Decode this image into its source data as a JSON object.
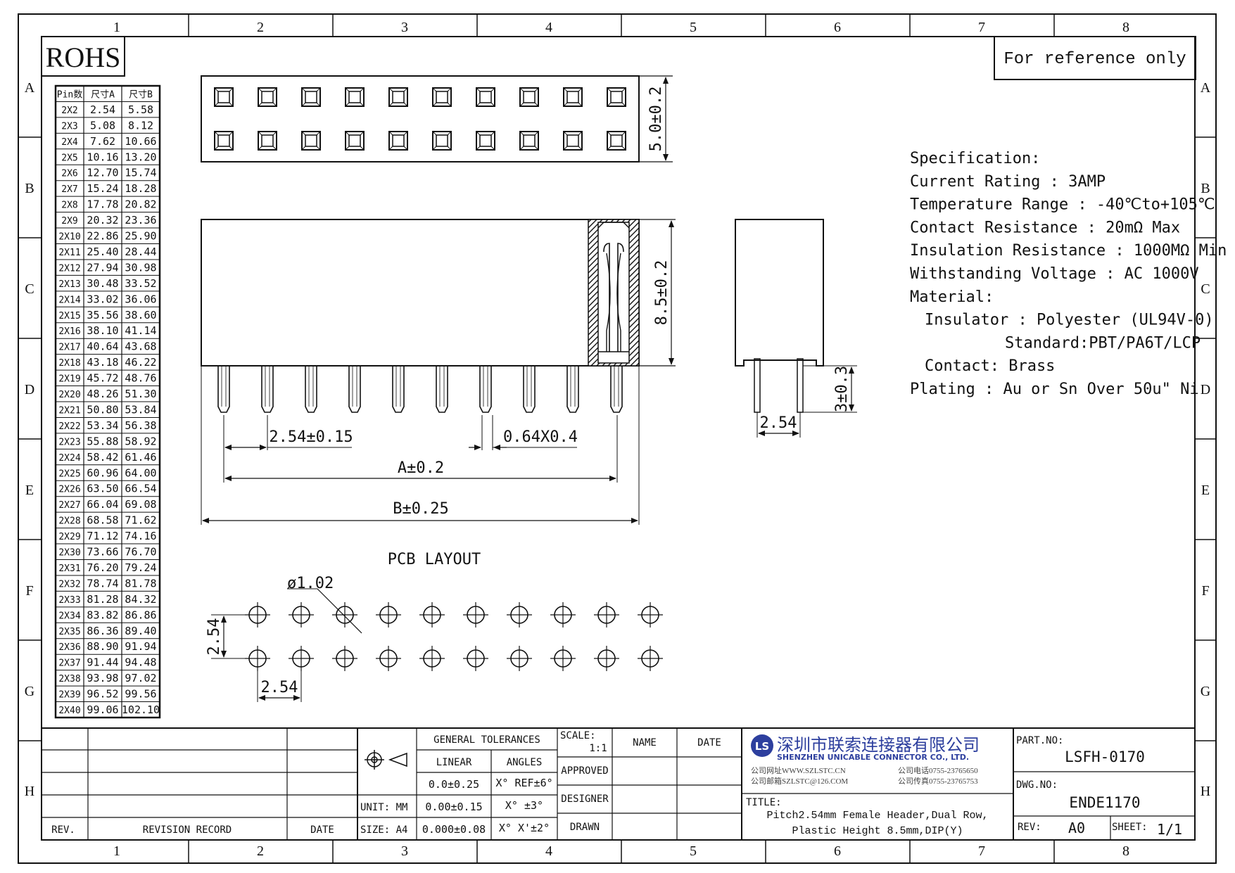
{
  "grid": {
    "cols": [
      "1",
      "2",
      "3",
      "4",
      "5",
      "6",
      "7",
      "8"
    ],
    "rows": [
      "A",
      "B",
      "C",
      "D",
      "E",
      "F",
      "G",
      "H"
    ]
  },
  "rohs_label": "ROHS",
  "reference_note": "For reference only",
  "pin_table": {
    "headers": [
      "Pin数",
      "尺寸A",
      "尺寸B"
    ],
    "rows": [
      [
        "2X2",
        "2.54",
        "5.58"
      ],
      [
        "2X3",
        "5.08",
        "8.12"
      ],
      [
        "2X4",
        "7.62",
        "10.66"
      ],
      [
        "2X5",
        "10.16",
        "13.20"
      ],
      [
        "2X6",
        "12.70",
        "15.74"
      ],
      [
        "2X7",
        "15.24",
        "18.28"
      ],
      [
        "2X8",
        "17.78",
        "20.82"
      ],
      [
        "2X9",
        "20.32",
        "23.36"
      ],
      [
        "2X10",
        "22.86",
        "25.90"
      ],
      [
        "2X11",
        "25.40",
        "28.44"
      ],
      [
        "2X12",
        "27.94",
        "30.98"
      ],
      [
        "2X13",
        "30.48",
        "33.52"
      ],
      [
        "2X14",
        "33.02",
        "36.06"
      ],
      [
        "2X15",
        "35.56",
        "38.60"
      ],
      [
        "2X16",
        "38.10",
        "41.14"
      ],
      [
        "2X17",
        "40.64",
        "43.68"
      ],
      [
        "2X18",
        "43.18",
        "46.22"
      ],
      [
        "2X19",
        "45.72",
        "48.76"
      ],
      [
        "2X20",
        "48.26",
        "51.30"
      ],
      [
        "2X21",
        "50.80",
        "53.84"
      ],
      [
        "2X22",
        "53.34",
        "56.38"
      ],
      [
        "2X23",
        "55.88",
        "58.92"
      ],
      [
        "2X24",
        "58.42",
        "61.46"
      ],
      [
        "2X25",
        "60.96",
        "64.00"
      ],
      [
        "2X26",
        "63.50",
        "66.54"
      ],
      [
        "2X27",
        "66.04",
        "69.08"
      ],
      [
        "2X28",
        "68.58",
        "71.62"
      ],
      [
        "2X29",
        "71.12",
        "74.16"
      ],
      [
        "2X30",
        "73.66",
        "76.70"
      ],
      [
        "2X31",
        "76.20",
        "79.24"
      ],
      [
        "2X32",
        "78.74",
        "81.78"
      ],
      [
        "2X33",
        "81.28",
        "84.32"
      ],
      [
        "2X34",
        "83.82",
        "86.86"
      ],
      [
        "2X35",
        "86.36",
        "89.40"
      ],
      [
        "2X36",
        "88.90",
        "91.94"
      ],
      [
        "2X37",
        "91.44",
        "94.48"
      ],
      [
        "2X38",
        "93.98",
        "97.02"
      ],
      [
        "2X39",
        "96.52",
        "99.56"
      ],
      [
        "2X40",
        "99.06",
        "102.10"
      ]
    ]
  },
  "dims": {
    "top_height": "5.0±0.2",
    "body_height": "8.5±0.2",
    "pitch": "2.54±0.15",
    "pin_size": "0.64X0.4",
    "dim_a": "A±0.2",
    "dim_b": "B±0.25",
    "pin_length": "3±0.3",
    "side_pitch": "2.54"
  },
  "pcb": {
    "title": "PCB LAYOUT",
    "hole_dia": "ø1.02",
    "row_pitch": "2.54",
    "col_pitch": "2.54"
  },
  "spec": {
    "lines": [
      "Specification:",
      "Current Rating : 3AMP",
      "Temperature Range : -40℃to+105℃",
      "Contact Resistance : 20mΩ Max",
      "Insulation Resistance : 1000MΩ Min",
      "Withstanding Voltage : AC 1000V",
      "Material:",
      "Insulator : Polyester (UL94V-0)",
      "Standard:PBT/PA6T/LCP",
      "Contact: Brass",
      "Plating : Au or Sn Over 50u\" Ni"
    ]
  },
  "title_block": {
    "rev_hdr": "REV.",
    "revision_record": "REVISION RECORD",
    "date_hdr": "DATE",
    "unit": "UNIT: MM",
    "size": "SIZE: A4",
    "general_tolerances": "GENERAL TOLERANCES",
    "linear": "LINEAR",
    "angles": "ANGLES",
    "tol_linear": [
      "0.0±0.25",
      "0.00±0.15",
      "0.000±0.08"
    ],
    "tol_angles": [
      "X° REF±6°",
      "X° ±3°",
      "X° X'±2°"
    ],
    "scale_label": "SCALE:",
    "scale_value": "1:1",
    "name_hdr": "NAME",
    "date_hdr2": "DATE",
    "approved": "APPROVED",
    "designer": "DESIGNER",
    "drawn": "DRAWN",
    "company_cn": "深圳市联索连接器有限公司",
    "company_en": "SHENZHEN UNICABLE CONNECTOR CO., LTD.",
    "company_web": "公司网址WWW.SZLSTC.CN",
    "company_mail": "公司邮箱SZLSTC@126.COM",
    "company_tel": "公司电话0755-23765650",
    "company_fax": "公司传真0755-23765753",
    "title_label": "TITLE:",
    "title_line1": "Pitch2.54mm Female Header,Dual Row,",
    "title_line2": "Plastic Height 8.5mm,DIP(Y)",
    "part_no_label": "PART.NO:",
    "part_no": "LSFH-0170",
    "dwg_no_label": "DWG.NO:",
    "dwg_no": "ENDE1170",
    "rev_label": "REV:",
    "rev": "A0",
    "sheet_label": "SHEET:",
    "sheet": "1/1"
  }
}
